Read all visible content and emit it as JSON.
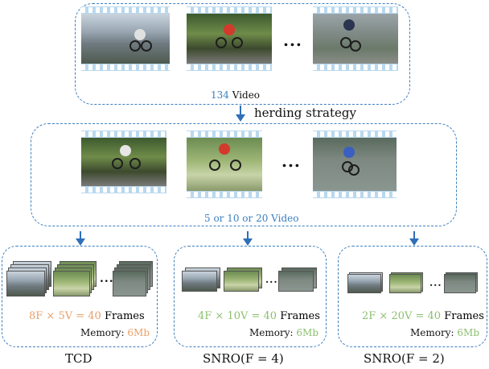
{
  "top": {
    "caption_count": "134",
    "caption_word": "Video",
    "ellipsis": "..."
  },
  "strategy_label": "herding strategy",
  "middle": {
    "caption": "5 or 10 or 20 Video",
    "ellipsis": "..."
  },
  "panels": [
    {
      "formula": "8F × 5V = 40",
      "frames_word": "Frames",
      "memory_label": "Memory:",
      "memory_value": "6Mb",
      "name": "TCD",
      "ellipsis": "..."
    },
    {
      "formula": "4F × 10V = 40",
      "frames_word": "Frames",
      "memory_label": "Memory:",
      "memory_value": "6Mb",
      "name": "SNRO(F = 4)",
      "ellipsis": "..."
    },
    {
      "formula": "2F × 20V = 40",
      "frames_word": "Frames",
      "memory_label": "Memory:",
      "memory_value": "6Mb",
      "name": "SNRO(F = 2)",
      "ellipsis": "..."
    }
  ],
  "colors": {
    "dash_border": "#3f7fbf",
    "film_strip": "#b9d8ee",
    "arrow": "#2e6fb8",
    "tcd_accent": "#e8a06a",
    "snro_accent": "#8cc06e",
    "count_blue": "#3a7fc0"
  }
}
